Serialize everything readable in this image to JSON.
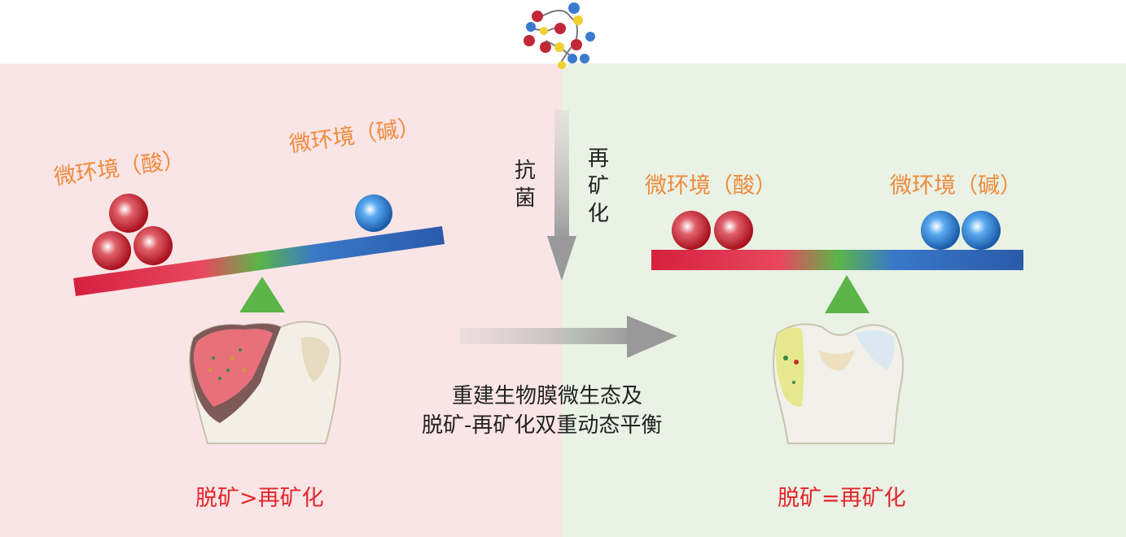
{
  "left": {
    "acid_label": "微环境（酸）",
    "base_label": "微环境（碱）",
    "status": "脱矿>再矿化"
  },
  "right": {
    "acid_label": "微环境（酸）",
    "base_label": "微环境（碱）",
    "status": "脱矿=再矿化"
  },
  "center": {
    "antibacterial": "抗菌",
    "remineralization": "再矿化",
    "caption_line1": "重建生物膜微生态及",
    "caption_line2": "脱矿-再矿化双重动态平衡"
  },
  "colors": {
    "left_bg": "#fae5e6",
    "right_bg": "#e9f2e4",
    "acid": "#c9283a",
    "base": "#2f7fd0",
    "pivot": "#5cb548",
    "orange_text": "#f08a3c",
    "red_text": "#e4262c"
  }
}
